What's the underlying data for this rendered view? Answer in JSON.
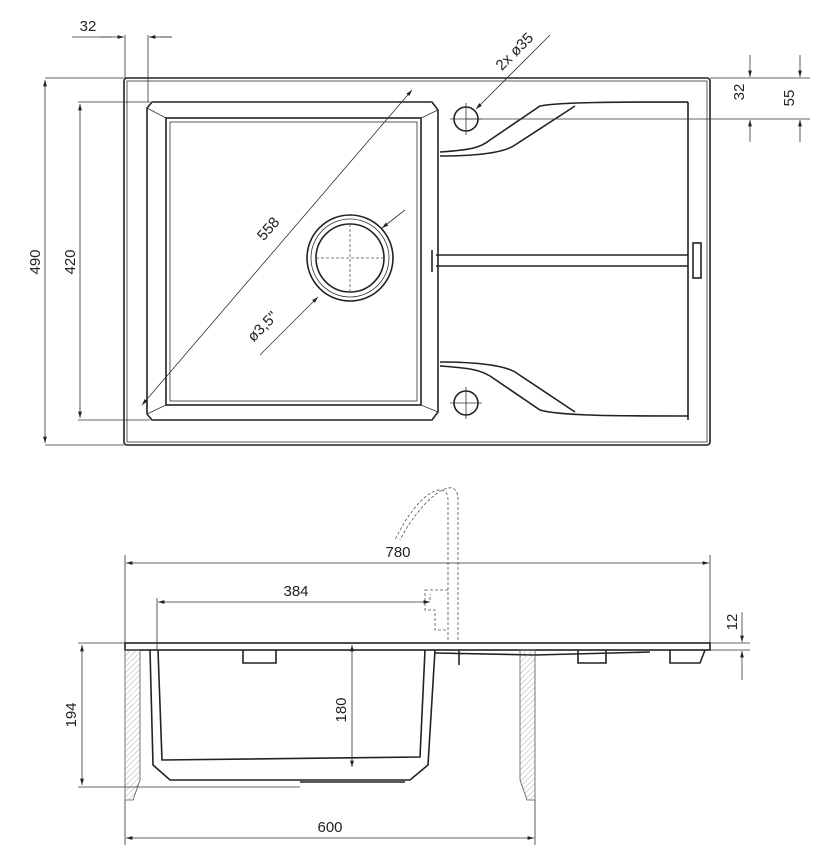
{
  "top_view": {
    "dims": {
      "overall_depth": "490",
      "bowl_depth": "420",
      "rim_offset_left": "32",
      "tap_hole_offset_top": "32",
      "tap_hole_offset_top_2": "55",
      "tap_holes": "2x ø35",
      "bowl_diagonal": "558",
      "drain": "ø3,5\""
    }
  },
  "side_view": {
    "dims": {
      "overall_width": "780",
      "bowl_width": "384",
      "rim_thickness": "12",
      "total_height": "194",
      "bowl_height": "180",
      "cabinet_width": "600"
    }
  }
}
